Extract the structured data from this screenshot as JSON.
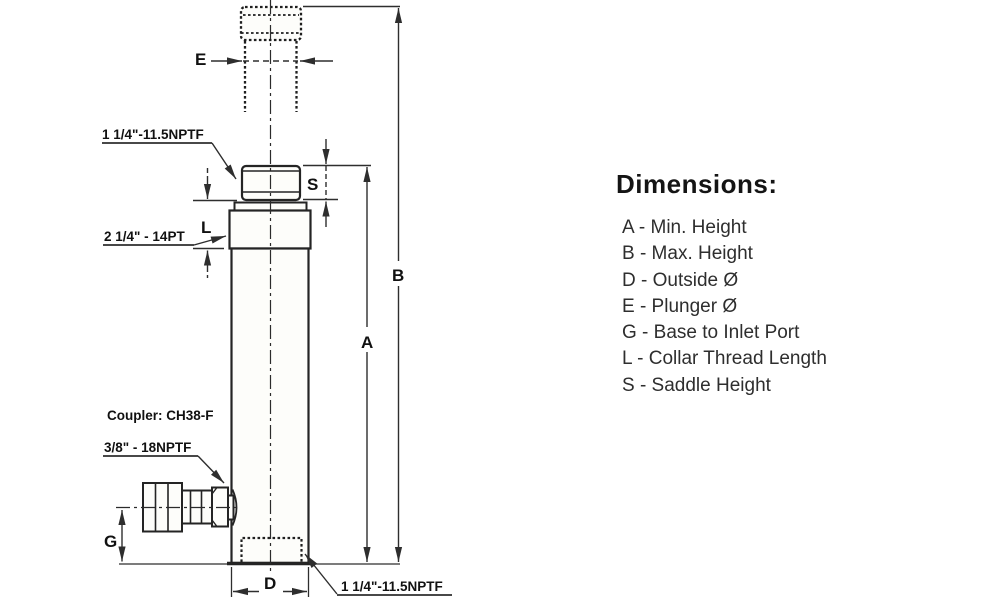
{
  "diagram": {
    "labels": {
      "saddle_thread": "1 1/4\"-11.5NPTF",
      "collar_thread": "2 1/4\" - 14PT",
      "coupler": "Coupler: CH38-F",
      "inlet_thread": "3/8\" - 18NPTF",
      "base_thread": "1 1/4\"-11.5NPTF"
    },
    "dims": {
      "A": "A",
      "B": "B",
      "D": "D",
      "E": "E",
      "G": "G",
      "L": "L",
      "S": "S"
    }
  },
  "legend": {
    "title": "Dimensions:",
    "items": [
      "A - Min. Height",
      "B - Max. Height",
      "D - Outside Ø",
      "E - Plunger Ø",
      "G - Base to Inlet Port",
      "L - Collar Thread Length",
      "S - Saddle Height"
    ]
  },
  "colors": {
    "outline": "#242424",
    "dimension": "#2e2e2e",
    "fill": "#fdfdfa",
    "background": "#ffffff"
  }
}
